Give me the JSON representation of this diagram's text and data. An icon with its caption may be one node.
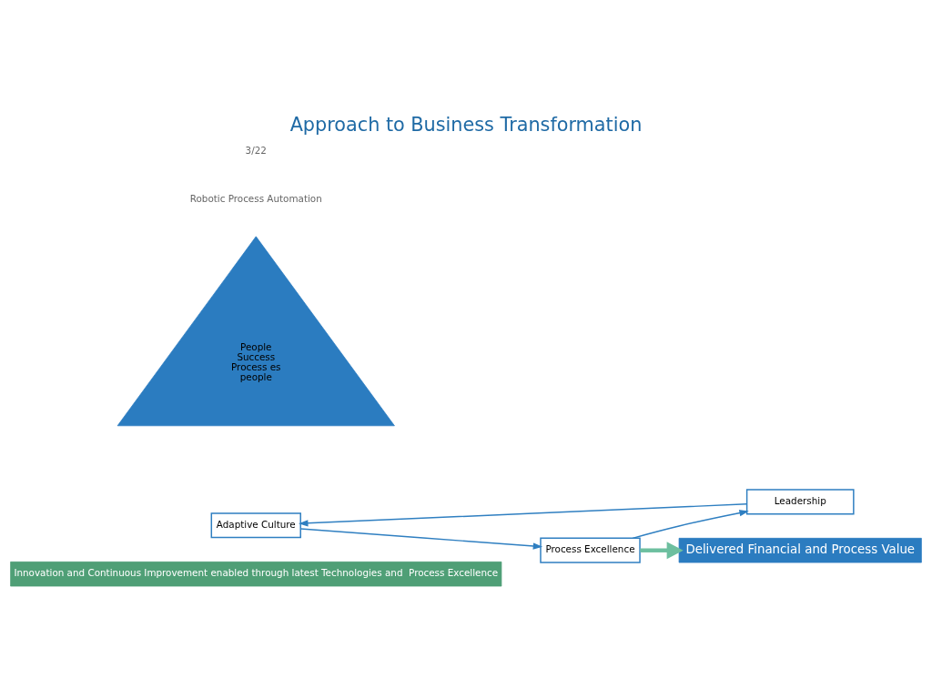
{
  "diagram": {
    "title": "Approach to Business Transformation",
    "nodes": [
      {
        "text": [
          "Innovation and Continuous Improvement enabled through latest Technologies and  Process Excellence"
        ]
      },
      {
        "text": [
          "Adaptive Culture"
        ]
      },
      {
        "text": [
          "People",
          "Success",
          "Process es",
          "people"
        ]
      },
      {
        "text": [
          "Process Excellence"
        ]
      },
      {
        "text": [
          "Leadership"
        ]
      },
      {
        "text": [
          "Delivered Financial and Process Value"
        ]
      }
    ],
    "edges": [
      {
        "from": 1,
        "to": 3,
        "arrow": "to"
      },
      {
        "from": 3,
        "to": 4,
        "arrow": "to"
      },
      {
        "from": 4,
        "to": 1,
        "arrow": "to"
      },
      {
        "from": 3,
        "to": 5,
        "arrow": "to",
        "style": "thick",
        "color": "#6dbf9f"
      }
    ],
    "labels": [
      "Robotic Process Automation",
      "3/22"
    ]
  }
}
